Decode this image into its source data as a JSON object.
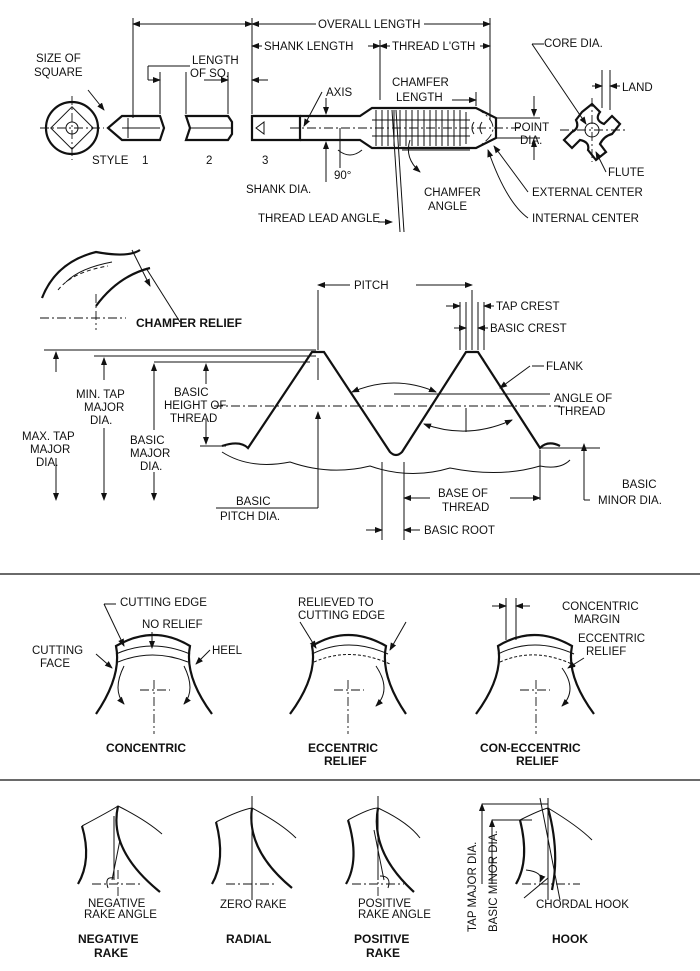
{
  "top": {
    "size_of_square": [
      "SIZE OF",
      "SQUARE"
    ],
    "length_of_sq": [
      "LENGTH",
      "OF SQ."
    ],
    "overall_length": "OVERALL LENGTH",
    "shank_length": "SHANK LENGTH",
    "thread_length": "THREAD L'GTH",
    "core_dia": "CORE DIA.",
    "land": "LAND",
    "axis": "AXIS",
    "chamfer_length": [
      "CHAMFER",
      "LENGTH"
    ],
    "point_dia": [
      "POINT",
      "DIA."
    ],
    "style": "STYLE",
    "style_nums": [
      "1",
      "2",
      "3"
    ],
    "angle_90": "90°",
    "shank_dia": "SHANK DIA.",
    "chamfer_angle": [
      "CHAMFER",
      "ANGLE"
    ],
    "flute": "FLUTE",
    "external_center": "EXTERNAL CENTER",
    "internal_center": "INTERNAL CENTER",
    "thread_lead_angle": "THREAD LEAD ANGLE"
  },
  "thread": {
    "chamfer_relief": "CHAMFER RELIEF",
    "pitch": "PITCH",
    "tap_crest": "TAP CREST",
    "basic_crest": "BASIC CREST",
    "flank": "FLANK",
    "angle_of_thread": [
      "ANGLE OF",
      "THREAD"
    ],
    "min_tap_major": [
      "MIN. TAP",
      "MAJOR",
      "DIA."
    ],
    "basic_height": [
      "BASIC",
      "HEIGHT OF",
      "THREAD"
    ],
    "max_tap_major": [
      "MAX. TAP",
      "MAJOR",
      "DIA."
    ],
    "basic_major": [
      "BASIC",
      "MAJOR",
      "DIA."
    ],
    "basic_minor": [
      "BASIC",
      "MINOR DIA."
    ],
    "basic_pitch": [
      "BASIC",
      "PITCH DIA."
    ],
    "base_of_thread": [
      "BASE OF",
      "THREAD"
    ],
    "basic_root": "BASIC ROOT"
  },
  "relief": {
    "cutting_edge": "CUTTING EDGE",
    "no_relief": "NO RELIEF",
    "cutting_face": [
      "CUTTING",
      "FACE"
    ],
    "heel": "HEEL",
    "concentric": "CONCENTRIC",
    "relieved": [
      "RELIEVED TO",
      "CUTTING EDGE"
    ],
    "eccentric_relief": [
      "ECCENTRIC",
      "RELIEF"
    ],
    "concentric_margin": [
      "CONCENTRIC",
      "MARGIN"
    ],
    "eccentric_relief_small": [
      "ECCENTRIC",
      "RELIEF"
    ],
    "con_eccentric_relief": [
      "CON-ECCENTRIC",
      "RELIEF"
    ]
  },
  "rake": {
    "negative_rake_angle": [
      "NEGATIVE",
      "RAKE ANGLE"
    ],
    "zero_rake": "ZERO RAKE",
    "positive_rake_angle": [
      "POSITIVE",
      "RAKE ANGLE"
    ],
    "tap_major_dia": "TAP MAJOR DIA.",
    "basic_minor_dia": "BASIC MINOR DIA.",
    "chordal_hook": "CHORDAL HOOK",
    "negative_rake": [
      "NEGATIVE",
      "RAKE"
    ],
    "radial": "RADIAL",
    "positive_rake": [
      "POSITIVE",
      "RAKE"
    ],
    "hook": "HOOK"
  }
}
